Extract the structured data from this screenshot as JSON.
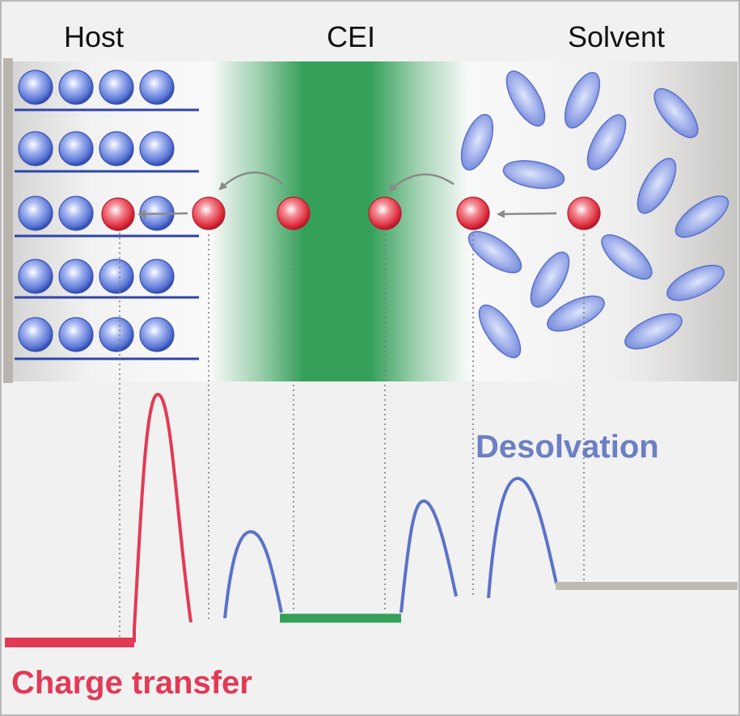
{
  "labels": {
    "host": "Host",
    "cei": "CEI",
    "solvent": "Solvent",
    "desolvation": "Desolvation",
    "charge_transfer": "Charge transfer"
  },
  "colors": {
    "background": "#f1f1f1",
    "cei_green": "#35a05a",
    "host_ball": "#5a76d6",
    "host_line": "#2f45a6",
    "lithium_ion": "#e0303f",
    "solvent_molecule": "#93a5e6",
    "desolvation_text": "#6b7fc4",
    "charge_transfer_red": "#e23a55",
    "profile_blue": "#5a73c9",
    "profile_green": "#34a05a",
    "profile_grey": "#bdbab3"
  },
  "icons": {
    "host_ball": "blue-sphere-icon",
    "lithium_ion": "red-sphere-icon",
    "solvent_molecule": "blue-ellipse-icon"
  },
  "host_rows": 5,
  "host_balls_per_row": 4
}
